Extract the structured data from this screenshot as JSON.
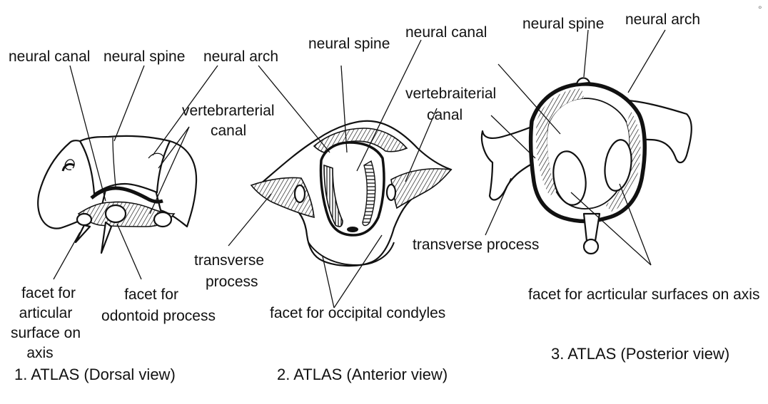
{
  "fig1": {
    "caption": "1. ATLAS (Dorsal view)",
    "labels": {
      "neural_canal": "neural canal",
      "neural_spine": "neural spine",
      "neural_arch": "neural arch",
      "vert_canal_1": "vertebrarterial",
      "vert_canal_2": "canal",
      "facet_axis_1": "facet for",
      "facet_axis_2": "articular",
      "facet_axis_3": "surface on",
      "facet_axis_4": "axis",
      "facet_odontoid_1": "facet for",
      "facet_odontoid_2": "odontoid process"
    }
  },
  "fig2": {
    "caption": "2. ATLAS (Anterior view)",
    "labels": {
      "neural_spine": "neural spine",
      "neural_canal": "neural canal",
      "vert_canal_1": "vertebraiterial",
      "vert_canal_2": "canal",
      "transverse_1": "transverse",
      "transverse_2": "process",
      "facet_occipital": "facet for occipital condyles"
    }
  },
  "fig3": {
    "caption": "3. ATLAS (Posterior view)",
    "labels": {
      "neural_spine": "neural spine",
      "neural_arch": "neural arch",
      "transverse": "transverse process",
      "facet_axis": "facet for acrticular surfaces on axis"
    }
  },
  "corner_mark": "°"
}
